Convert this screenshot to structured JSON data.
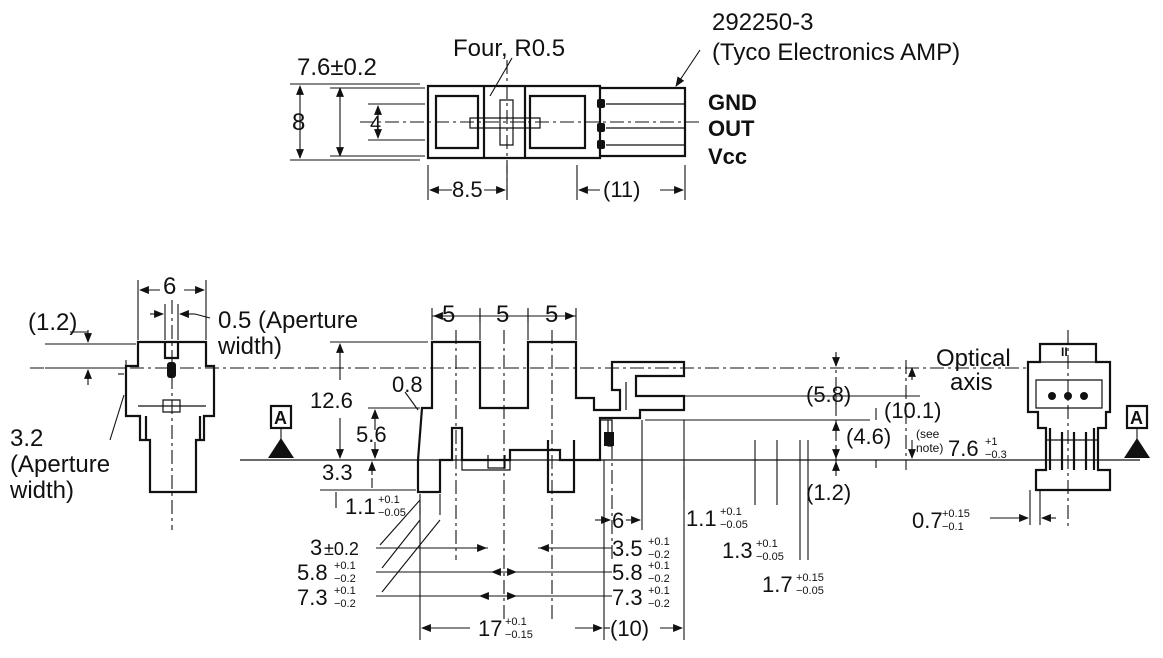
{
  "top_view": {
    "connector_part": "292250-3",
    "connector_maker": "(Tyco Electronics AMP)",
    "corner_note": "Four, R0.5",
    "width_tol": "7.6±0.2",
    "height": "8",
    "inner": "4",
    "slot_pitch": "8.5",
    "connector_len": "(11)",
    "pins": [
      "GND",
      "OUT",
      "Vcc"
    ]
  },
  "left_view": {
    "width": "6",
    "offset": "(1.2)",
    "aperture_top": "0.5 (Aperture",
    "aperture_top_2": "width)",
    "aperture_side_1": "3.2",
    "aperture_side_2": "(Aperture",
    "aperture_side_3": "width)"
  },
  "front_view": {
    "pitch": [
      "5",
      "5",
      "5"
    ],
    "height_total": "12.6",
    "dim_08": "0.8",
    "dim_56": "5.6",
    "dim_33": "3.3",
    "dim_11a": "1.1",
    "dim_11a_tol_up": "+0.1",
    "dim_11a_tol_dn": "−0.05",
    "dim_3": "3",
    "dim_3_tol": "±0.2",
    "dim_58l": "5.8",
    "dim_58l_tol_up": "+0.1",
    "dim_58l_tol_dn": "−0.2",
    "dim_73l": "7.3",
    "dim_73l_tol_up": "+0.1",
    "dim_73l_tol_dn": "−0.2",
    "dim_6": "6",
    "dim_35": "3.5",
    "dim_35_tol_up": "+0.1",
    "dim_35_tol_dn": "−0.2",
    "dim_58r": "5.8",
    "dim_58r_tol_up": "+0.1",
    "dim_58r_tol_dn": "−0.2",
    "dim_73r": "7.3",
    "dim_73r_tol_up": "+0.1",
    "dim_73r_tol_dn": "−0.2",
    "dim_17": "17",
    "dim_17_tol_up": "+0.1",
    "dim_17_tol_dn": "−0.15",
    "dim_10": "(10)",
    "dim_11b": "1.1",
    "dim_11b_tol_up": "+0.1",
    "dim_11b_tol_dn": "−0.05",
    "dim_13": "1.3",
    "dim_13_tol_up": "+0.1",
    "dim_13_tol_dn": "−0.05",
    "dim_17b": "1.7",
    "dim_17b_tol_up": "+0.15",
    "dim_17b_tol_dn": "−0.05",
    "dim_58p": "(5.8)",
    "dim_101": "(10.1)",
    "dim_46": "(4.6)",
    "dim_12": "(1.2)",
    "see_note_1": "(see",
    "see_note_2": "note)",
    "dim_76": "7.6",
    "dim_76_tol_up": "+1",
    "dim_76_tol_dn": "−0.3"
  },
  "right_view": {
    "optical_1": "Optical",
    "optical_2": "axis",
    "dim_07": "0.7",
    "dim_07_tol_up": "+0.15",
    "dim_07_tol_dn": "−0.1",
    "top_mark": "II"
  },
  "section_marks": [
    "A",
    "A"
  ]
}
